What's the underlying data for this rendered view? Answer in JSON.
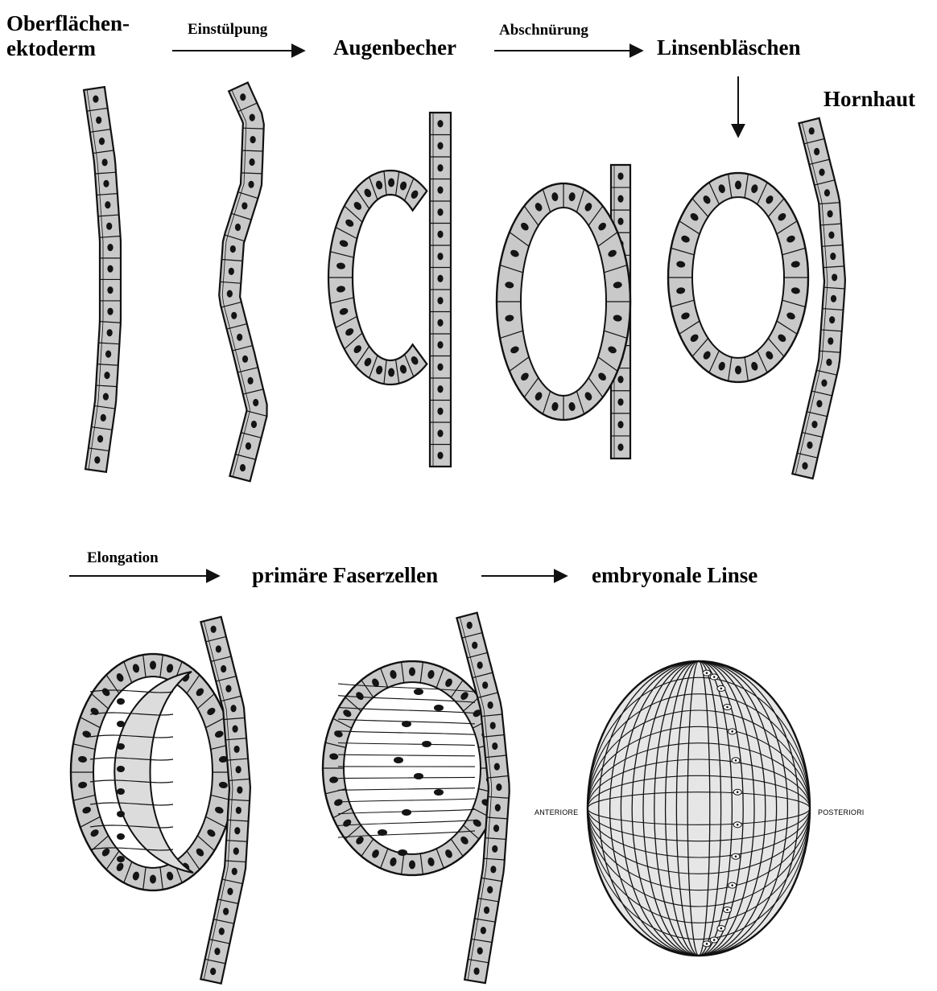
{
  "labels": {
    "surface_ectoderm": [
      "Oberflächen-",
      "ektoderm"
    ],
    "invagination": "Einstülpung",
    "optic_cup": "Augenbecher",
    "constriction": "Abschnürung",
    "lens_vesicle": "Linsenbläschen",
    "cornea": "Hornhaut",
    "elongation": "Elongation",
    "primary_fibers": "primäre Faserzellen",
    "embryonic_lens": "embryonale Linse",
    "anterior": "ANTERIORE",
    "posterior": "POSTERIORI"
  },
  "colors": {
    "ink": "#111111",
    "cell_fill": "#c9c9c9",
    "nucleus": "#141414",
    "background": "#ffffff"
  }
}
